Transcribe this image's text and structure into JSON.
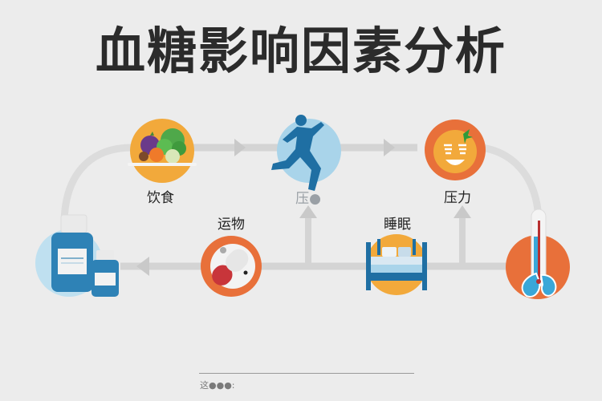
{
  "title": "血糖影响因素分析",
  "nodes": {
    "diet": {
      "label": "饮食",
      "icon": "vegetables-plate-icon",
      "circle_color": "#f2a93b"
    },
    "exercise": {
      "label": "压●",
      "icon": "running-person-icon",
      "circle_color": "#a9d4ea"
    },
    "stress": {
      "label": "压力",
      "icon": "orange-laughing-face-icon",
      "circle_color": "#e8703a"
    },
    "medication": {
      "label": "",
      "icon": "medicine-bottles-icon",
      "circle_color": "#bfe0f0"
    },
    "drugs": {
      "label": "运物",
      "icon": "capsule-pill-icon",
      "circle_color": "#e8703a"
    },
    "sleep": {
      "label": "睡眠",
      "icon": "bed-icon",
      "circle_color": "#f2a93b"
    },
    "temperature": {
      "label": "",
      "icon": "thermometer-icon",
      "circle_color": "#e8703a"
    }
  },
  "footer": {
    "text": "这●●●:"
  },
  "colors": {
    "background": "#ececec",
    "arrow": "#cfcfcf",
    "blue": "#1f6fa3",
    "orange": "#e8703a",
    "amber": "#f2a93b"
  }
}
